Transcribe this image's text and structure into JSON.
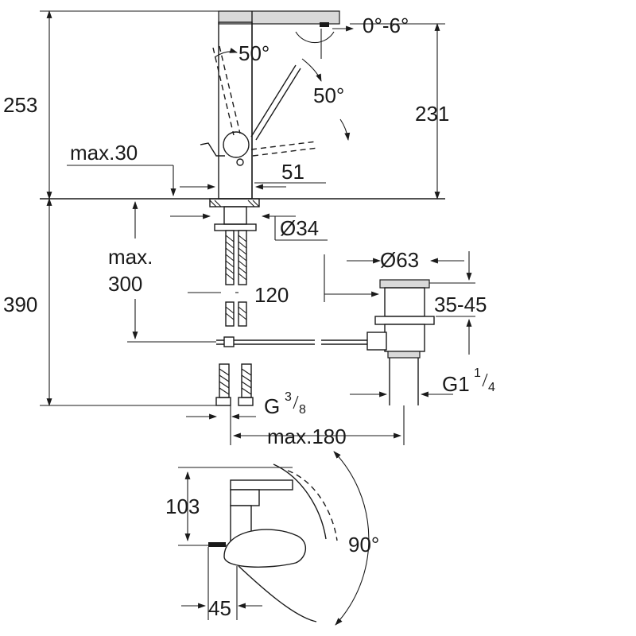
{
  "dimensions": {
    "tilt": "0°-6°",
    "lever_angle_left": "50°",
    "lever_angle_right": "50°",
    "total_height": "253",
    "spout_height": "231",
    "max_deck": "max.30",
    "spout_width": "51",
    "hole_diameter": "Ø34",
    "max_label": "max.",
    "max_value": "300",
    "hose_length": "120",
    "below_height": "390",
    "waste_diameter": "Ø63",
    "waste_range": "35-45",
    "waste_thread_main": "G1",
    "waste_thread_num": "1",
    "waste_thread_den": "4",
    "connection_main": "G",
    "connection_num": "3",
    "connection_den": "8",
    "max_reach": "max.180",
    "top_view_depth": "103",
    "swivel_angle": "90°",
    "top_view_offset": "45"
  }
}
